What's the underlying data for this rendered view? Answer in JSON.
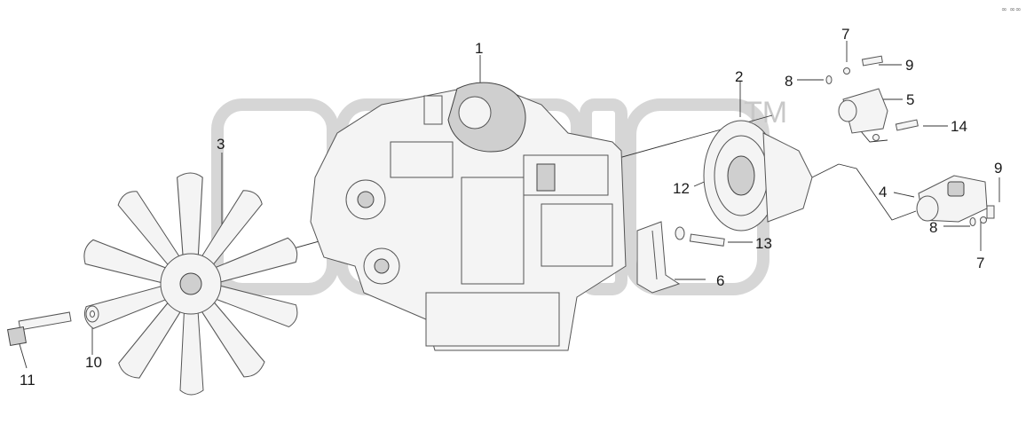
{
  "watermark": {
    "trademark": "TM"
  },
  "corner_mark": "∞ ∞∞",
  "callouts": [
    {
      "id": "c1",
      "text": "1"
    },
    {
      "id": "c2",
      "text": "2"
    },
    {
      "id": "c3",
      "text": "3"
    },
    {
      "id": "c4",
      "text": "4"
    },
    {
      "id": "c5",
      "text": "5"
    },
    {
      "id": "c6",
      "text": "6"
    },
    {
      "id": "c7a",
      "text": "7"
    },
    {
      "id": "c7b",
      "text": "7"
    },
    {
      "id": "c8a",
      "text": "8"
    },
    {
      "id": "c8b",
      "text": "8"
    },
    {
      "id": "c9a",
      "text": "9"
    },
    {
      "id": "c9b",
      "text": "9"
    },
    {
      "id": "c10",
      "text": "10"
    },
    {
      "id": "c11",
      "text": "11"
    },
    {
      "id": "c12",
      "text": "12"
    },
    {
      "id": "c13",
      "text": "13"
    },
    {
      "id": "c14",
      "text": "14"
    }
  ]
}
